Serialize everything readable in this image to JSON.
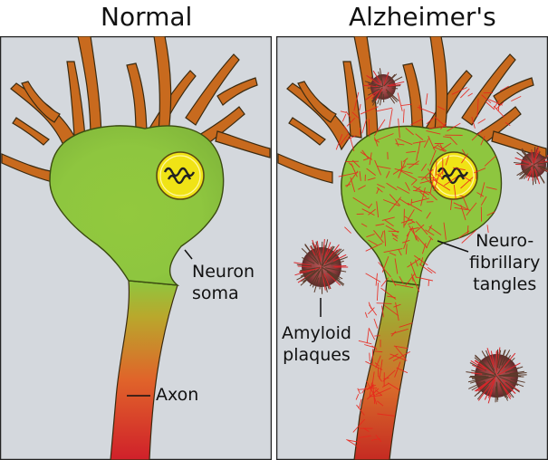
{
  "titles": {
    "left": "Normal",
    "right": "Alzheimer's"
  },
  "labels": {
    "neuron_soma": [
      "Neuron",
      "soma"
    ],
    "axon": "Axon",
    "neurofibrillary_tangles": [
      "Neuro-",
      "fibrillary",
      "tangles"
    ],
    "amyloid_plaques": [
      "Amyloid",
      "plaques"
    ]
  },
  "colors": {
    "background": "#d4d8dd",
    "soma": "#8ec63f",
    "dendrite_tip": "#c8621a",
    "axon_base": "#d0202a",
    "nucleus": "#f0e316",
    "tangles": "#e8261c",
    "plaque": "#8a3a3a"
  }
}
